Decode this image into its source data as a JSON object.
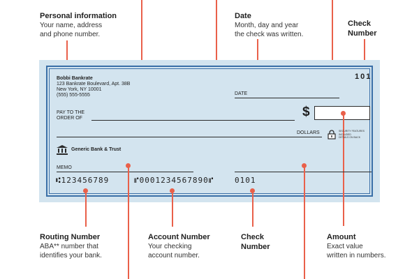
{
  "callouts": {
    "personal": {
      "title": "Personal information",
      "desc1": "Your name, address",
      "desc2": "and phone number."
    },
    "date": {
      "title": "Date",
      "desc1": "Month, day and year",
      "desc2": "the check was written."
    },
    "check_number_top": {
      "title1": "Check",
      "title2": "Number"
    },
    "routing": {
      "title": "Routing Number",
      "desc1": "ABA** number that",
      "desc2": "identifies your bank."
    },
    "account": {
      "title": "Account Number",
      "desc1": "Your checking",
      "desc2": "account number."
    },
    "check_number_bottom": {
      "title1": "Check",
      "title2": "Number"
    },
    "amount": {
      "title": "Amount",
      "desc1": "Exact value",
      "desc2": "written in numbers."
    }
  },
  "check": {
    "name": "Bobbi Bankrate",
    "address1": "123 Bankrate Boulevard, Apt. 38B",
    "address2": "New York, NY 10001",
    "phone": "(555) 555-5555",
    "number": "101",
    "date_label": "DATE",
    "pay_to_1": "PAY TO THE",
    "pay_to_2": "ORDER OF",
    "dollar_sign": "$",
    "dollars_label": "DOLLARS",
    "security_1": "SECURITY FEATURES",
    "security_2": "INCLUDED",
    "security_3": "DETAILS ON BACK",
    "bank_name": "Generic Bank & Trust",
    "memo_label": "MEMO",
    "micr_routing": "⑆123456789",
    "micr_account": "⑈0001234567890⑈",
    "micr_check": "0101"
  },
  "colors": {
    "accent": "#e9604a",
    "check_bg": "#d3e4ef",
    "border": "#3a6fa7"
  }
}
